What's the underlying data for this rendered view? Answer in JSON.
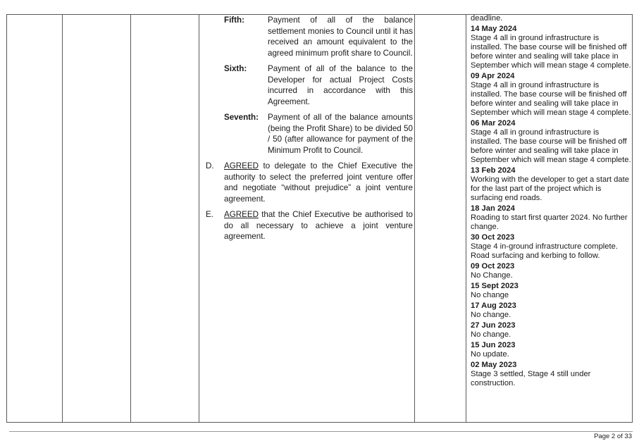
{
  "middle_column": {
    "sub_items": [
      {
        "label": "Fifth:",
        "text": "Payment of all of the balance settlement monies to Council until it has received an amount equivalent to the agreed minimum profit share to Council."
      },
      {
        "label": "Sixth:",
        "text": "Payment of all of the balance to the Developer for actual Project Costs incurred in accordance with this Agreement."
      },
      {
        "label": "Seventh:",
        "text": "Payment of all of the balance amounts (being the Profit Share) to be divided 50 / 50 (after allowance for payment of the Minimum Profit to Council."
      }
    ],
    "resolutions": [
      {
        "marker": "D.",
        "keyword": "AGREED",
        "text": " to delegate to the Chief Executive the authority to select the preferred joint venture offer and negotiate “without prejudice” a joint venture agreement."
      },
      {
        "marker": "E.",
        "keyword": "AGREED",
        "text": " that the Chief Executive be authorised to do all necessary to achieve a joint venture agreement."
      }
    ]
  },
  "right_column": {
    "lead_text": "deadline.",
    "updates": [
      {
        "date": "14 May 2024",
        "text": "Stage 4 all in ground infrastructure is installed. The base course will be finished off before winter and sealing will take place in September which will mean stage 4 complete."
      },
      {
        "date": "09 Apr 2024",
        "text": "Stage 4 all in ground infrastructure is installed. The base course will be finished off before winter and sealing will take place in September which will mean stage 4 complete."
      },
      {
        "date": "06 Mar 2024",
        "text": "Stage 4 all in ground infrastructure is installed. The base course will be finished off before winter and sealing will take place in September which will mean stage 4 complete."
      },
      {
        "date": "13 Feb 2024",
        "text": "Working with the developer to get a start date for the last part of the project which is surfacing end roads."
      },
      {
        "date": "18 Jan 2024",
        "text": "Roading to start first quarter 2024. No further change."
      },
      {
        "date": "30 Oct 2023",
        "text": "Stage 4 in-ground infrastructure complete. Road surfacing and kerbing to follow."
      },
      {
        "date": "09 Oct 2023",
        "text": "No Change."
      },
      {
        "date": "15 Sept 2023",
        "text": "No change"
      },
      {
        "date": "17 Aug 2023",
        "text": "No change."
      },
      {
        "date": "27 Jun 2023",
        "text": "No change."
      },
      {
        "date": "15 Jun 2023",
        "text": "No update."
      },
      {
        "date": "02 May 2023",
        "text": "Stage 3 settled, Stage 4 still under construction."
      }
    ]
  },
  "footer": {
    "page_label": "Page 2 of 33"
  }
}
